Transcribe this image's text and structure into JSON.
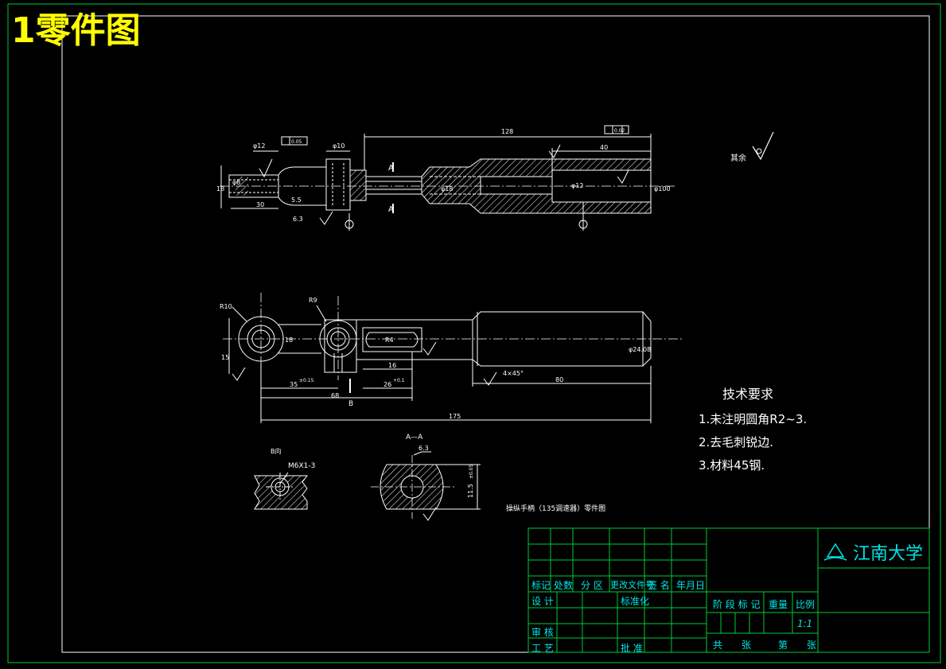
{
  "heading": "1零件图",
  "colors": {
    "background": "#000000",
    "heading": "#ffff00",
    "border": "#ffffff",
    "lines": "#ffffff",
    "grid": "#00cc33",
    "title_text": "#00e6e6",
    "university": "#00e6e6"
  },
  "views": {
    "front": {
      "dims": {
        "phi12": "φ12",
        "phi10": "φ10",
        "phi8": "φ8",
        "l128": "128",
        "l40": "40",
        "l30": "30",
        "d18": "18",
        "phi18": "φ18",
        "phi12b": "φ12",
        "phi100": "φ100",
        "d55": "5.5",
        "r63": "6.3",
        "sec_a1": "A",
        "sec_a2": "A"
      },
      "tolerance_left": "0.05",
      "tolerance_right": "0.02",
      "roughness_other": "其余"
    },
    "top": {
      "dims": {
        "r10": "R10",
        "r9": "R9",
        "r4": "R4",
        "d15": "15",
        "d18": "18",
        "l16": "16",
        "l35": "35",
        "l35_tol": "±0.15",
        "l68": "68",
        "l26": "26",
        "l26_tol": "+0.1",
        "l80": "80",
        "l175": "175",
        "chamfer": "4×45°",
        "phi24": "φ24.08",
        "view_b": "B"
      }
    },
    "view_b": {
      "label": "B向",
      "thread": "M6X1-3"
    },
    "section_aa": {
      "label": "A—A",
      "d63": "6.3",
      "d115": "11.5",
      "d115_tol": "±0.05"
    }
  },
  "tech_requirements": {
    "title": "技术要求",
    "items": [
      "1.未注明圆角R2~3.",
      "2.去毛刺锐边.",
      "3.材料45钢."
    ]
  },
  "drawing_title": "操纵手柄（135调速器）零件图",
  "title_block": {
    "university": "江南大学",
    "headers": [
      "标记",
      "处数",
      "分 区",
      "更改文件号",
      "签 名",
      "年月日"
    ],
    "design": "设 计",
    "standardization": "标准化",
    "review": "审 核",
    "process": "工 艺",
    "approve": "批 准",
    "stage_mark": "阶 段 标 记",
    "weight": "重量",
    "ratio": "比例",
    "ratio_value": "1:1",
    "total_sheets": "共　　张",
    "sheet_no": "第　　张"
  }
}
